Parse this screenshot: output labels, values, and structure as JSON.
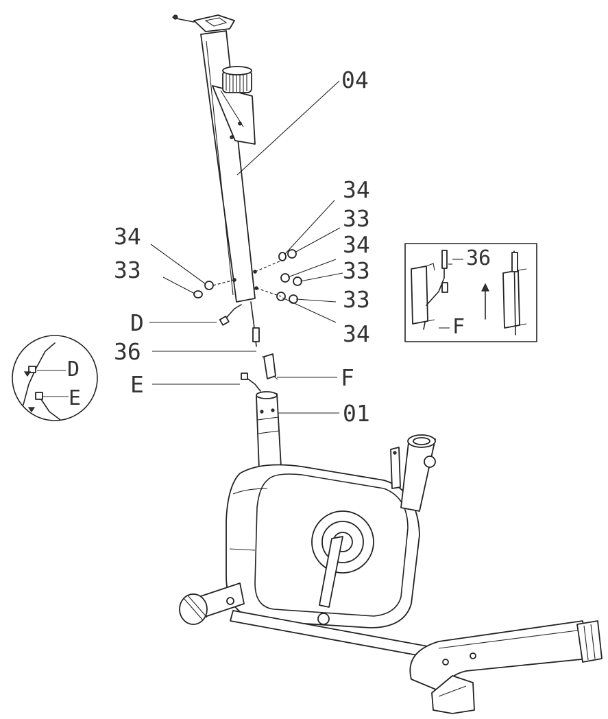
{
  "labels": {
    "part_04": "04",
    "part_34_a": "34",
    "part_33_a": "33",
    "part_34_b": "34",
    "part_33_b": "33",
    "part_33_c": "33",
    "part_34_c": "34",
    "part_34_left": "34",
    "part_33_left": "33",
    "wire_D": "D",
    "cable_36": "36",
    "wire_E": "E",
    "bracket_F": "F",
    "part_01": "01",
    "inset_36": "36",
    "inset_F": "F",
    "circle_D": "D",
    "circle_E": "E"
  }
}
